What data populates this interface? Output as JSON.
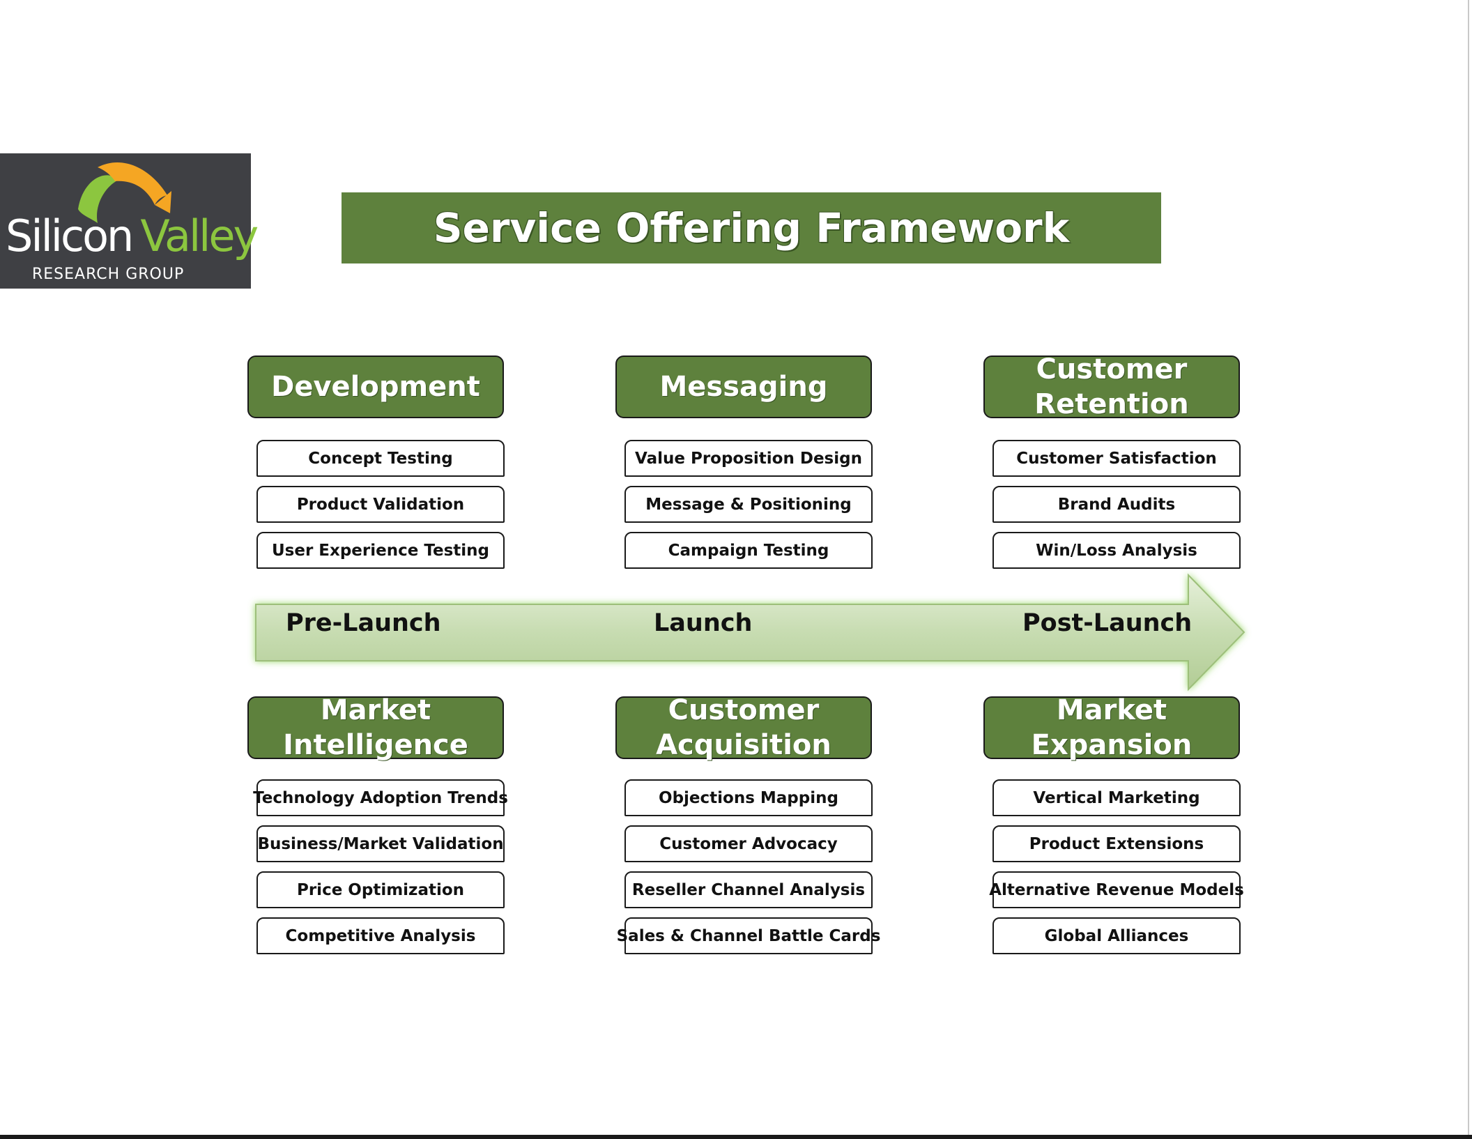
{
  "logo": {
    "name_part1": "Silicon",
    "name_part2": "Valley",
    "subtitle": "RESEARCH GROUP"
  },
  "title": "Service Offering Framework",
  "phases": [
    "Pre-Launch",
    "Launch",
    "Post-Launch"
  ],
  "colors": {
    "green": "#5e813d",
    "arrow_light": "#c9deb4",
    "logo_bg": "#3f4044",
    "logo_green": "#8cc63f",
    "logo_orange": "#f5a623"
  },
  "categories": [
    {
      "title": "Development",
      "items": [
        "Concept Testing",
        "Product Validation",
        "User Experience Testing"
      ]
    },
    {
      "title": "Messaging",
      "items": [
        "Value Proposition Design",
        "Message & Positioning",
        "Campaign Testing"
      ]
    },
    {
      "title": "Customer\nRetention",
      "items": [
        "Customer Satisfaction",
        "Brand Audits",
        "Win/Loss Analysis"
      ]
    },
    {
      "title": "Market\nIntelligence",
      "items": [
        "Technology Adoption Trends",
        "Business/Market Validation",
        "Price Optimization",
        "Competitive Analysis"
      ]
    },
    {
      "title": "Customer\nAcquisition",
      "items": [
        "Objections Mapping",
        "Customer Advocacy",
        "Reseller Channel Analysis",
        "Sales & Channel Battle Cards"
      ]
    },
    {
      "title": "Market\nExpansion",
      "items": [
        "Vertical Marketing",
        "Product Extensions",
        "Alternative Revenue Models",
        "Global Alliances"
      ]
    }
  ]
}
